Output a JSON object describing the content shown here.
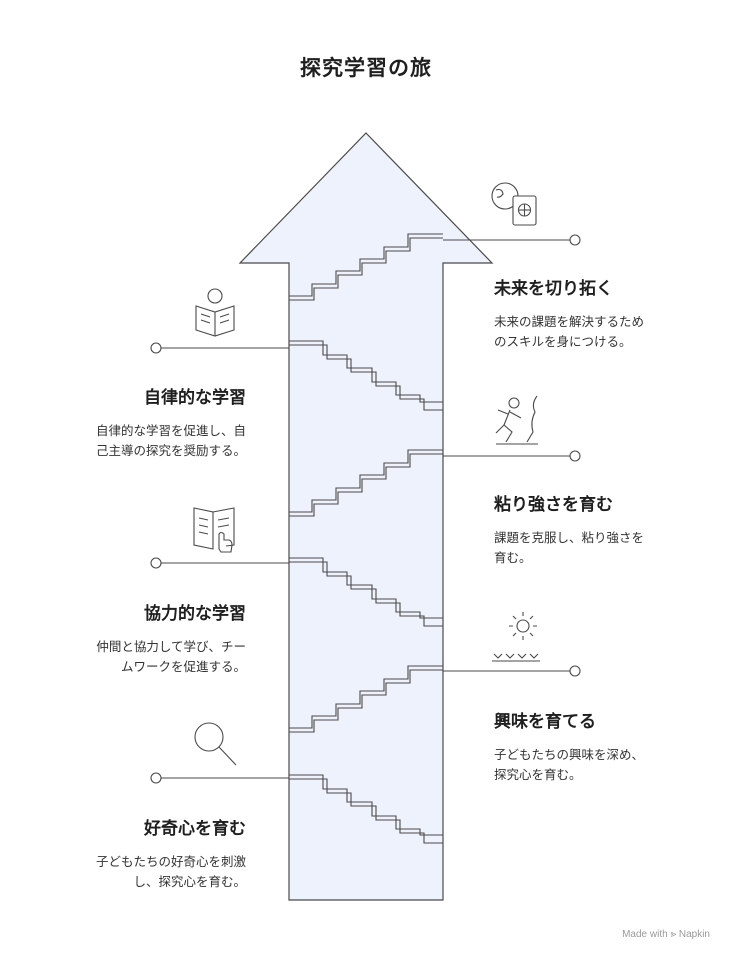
{
  "title": "探究学習の旅",
  "stages": [
    {
      "heading": "未来を切り拓く",
      "desc_lines": [
        "未来の課題を解決するため",
        "のスキルを身につける。"
      ],
      "icon": "globe-passport-icon"
    },
    {
      "heading": "自律的な学習",
      "desc_lines": [
        "自律的な学習を促進し、自",
        "己主導の探究を奨励する。"
      ],
      "icon": "reading-person-icon"
    },
    {
      "heading": "粘り強さを育む",
      "desc_lines": [
        "課題を克服し、粘り強さを",
        "育む。"
      ],
      "icon": "climber-icon"
    },
    {
      "heading": "協力的な学習",
      "desc_lines": [
        "仲間と協力して学び、チー",
        "ムワークを促進する。"
      ],
      "icon": "open-book-pointer-icon"
    },
    {
      "heading": "興味を育てる",
      "desc_lines": [
        "子どもたちの興味を深め、",
        "探究心を育む。"
      ],
      "icon": "sun-sprout-icon"
    },
    {
      "heading": "好奇心を育む",
      "desc_lines": [
        "子どもたちの好奇心を刺激",
        "し、探究心を育む。"
      ],
      "icon": "magnifier-icon"
    }
  ],
  "footer": "Made with ⪢ Napkin",
  "colors": {
    "arrow_fill": "#eef2fc",
    "stroke": "#4a4a4a"
  }
}
